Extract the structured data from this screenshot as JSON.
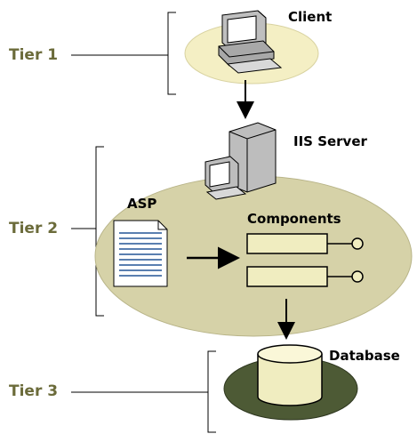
{
  "tiers": [
    {
      "label": "Tier 1"
    },
    {
      "label": "Tier 2"
    },
    {
      "label": "Tier 3"
    }
  ],
  "nodes": {
    "client": "Client",
    "server": "IIS Server",
    "asp": "ASP",
    "components": "Components",
    "database": "Database"
  },
  "colors": {
    "tier_label": "#6b6b3a",
    "platform_light": "#f4efc4",
    "platform_mid": "#d6d2a8",
    "platform_dark": "#4d5a35",
    "component_fill": "#f0edc0"
  }
}
